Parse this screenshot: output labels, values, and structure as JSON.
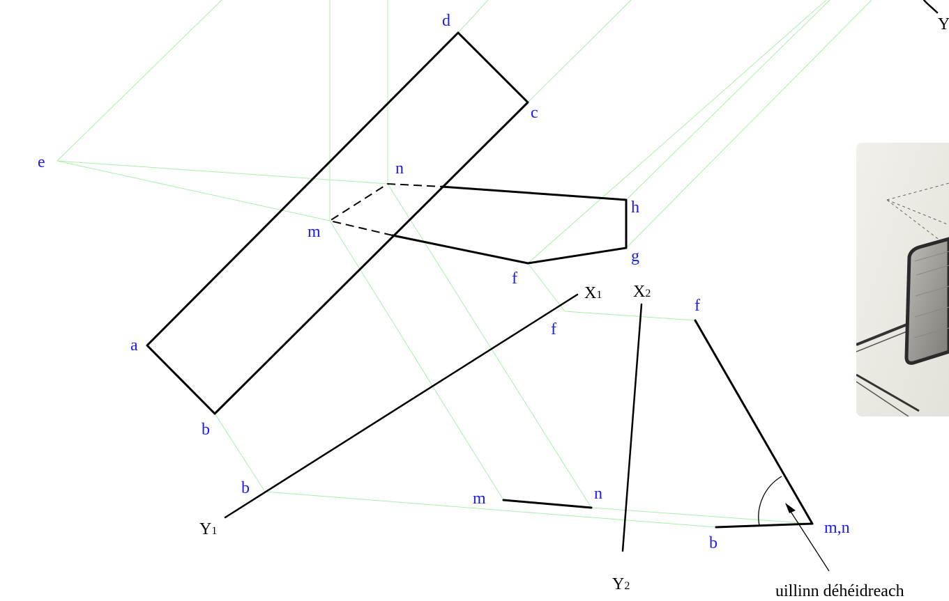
{
  "labels": {
    "d": "d",
    "c": "c",
    "e": "e",
    "n": "n",
    "h": "h",
    "m": "m",
    "g": "g",
    "f_top": "f",
    "a": "a",
    "b_top": "b",
    "f_mid": "f",
    "f_right": "f",
    "b_mid": "b",
    "m_mid": "m",
    "n_mid": "n",
    "b_right": "b",
    "mn_right": "m,n"
  },
  "axes": {
    "x1": "X",
    "x1_sub": "1",
    "x2": "X",
    "x2_sub": "2",
    "y1": "Y",
    "y1_sub": "1",
    "y2": "Y",
    "y2_sub": "2",
    "y_corner": "Y"
  },
  "caption": "uillinn déhéidreach",
  "colors": {
    "label": "#1a1aff",
    "construction": "#a8f0a8",
    "ink": "#000000"
  },
  "icons": {
    "photo": "plane-model-photo"
  }
}
